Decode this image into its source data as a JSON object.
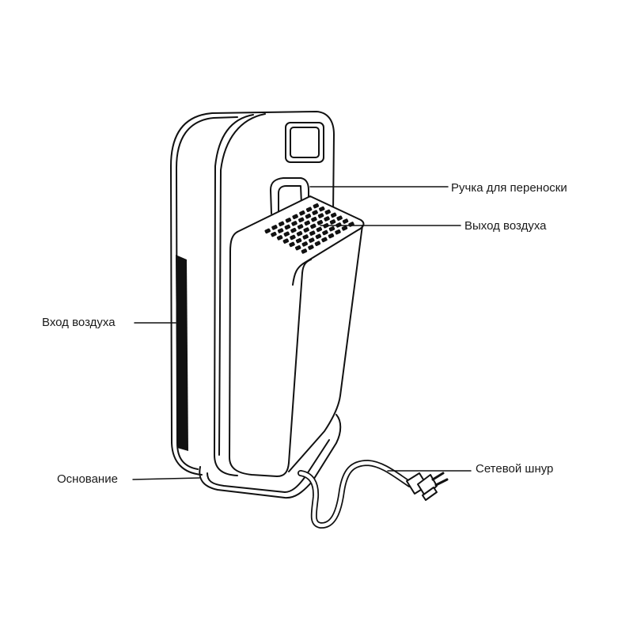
{
  "labels": {
    "handle": "Ручка для переноски",
    "air_outlet": "Выход воздуха",
    "air_inlet": "Вход воздуха",
    "base": "Основание",
    "power_cord": "Сетевой шнур"
  },
  "colors": {
    "line": "#111111",
    "background": "#ffffff"
  }
}
